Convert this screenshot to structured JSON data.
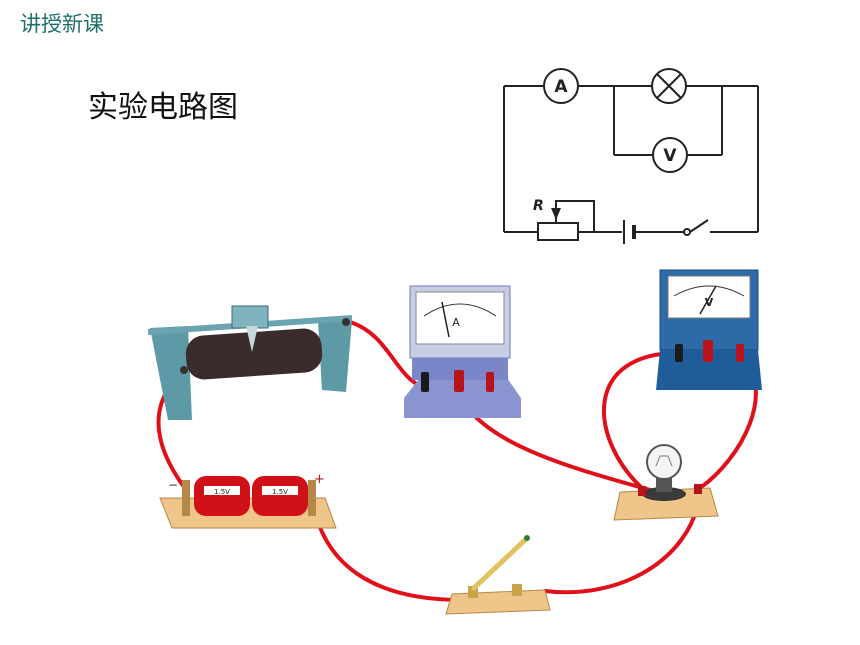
{
  "header": {
    "label": "讲授新课"
  },
  "slide": {
    "title": "实验电路图"
  },
  "schematic": {
    "ammeter_symbol": "A",
    "voltmeter_symbol": "V",
    "rheostat_label": "R"
  },
  "apparatus": {
    "ammeter_dial_symbol": "A",
    "voltmeter_dial_symbol": "V",
    "battery_minus": "−",
    "battery_plus": "+",
    "battery_cell_label": "1.5V"
  },
  "colors": {
    "wire": "#e0101a",
    "meter_body": "#7a86c7",
    "voltmeter_body": "#1e5c9a",
    "board": "#f0c58a",
    "header_text": "#1f6f6a"
  }
}
